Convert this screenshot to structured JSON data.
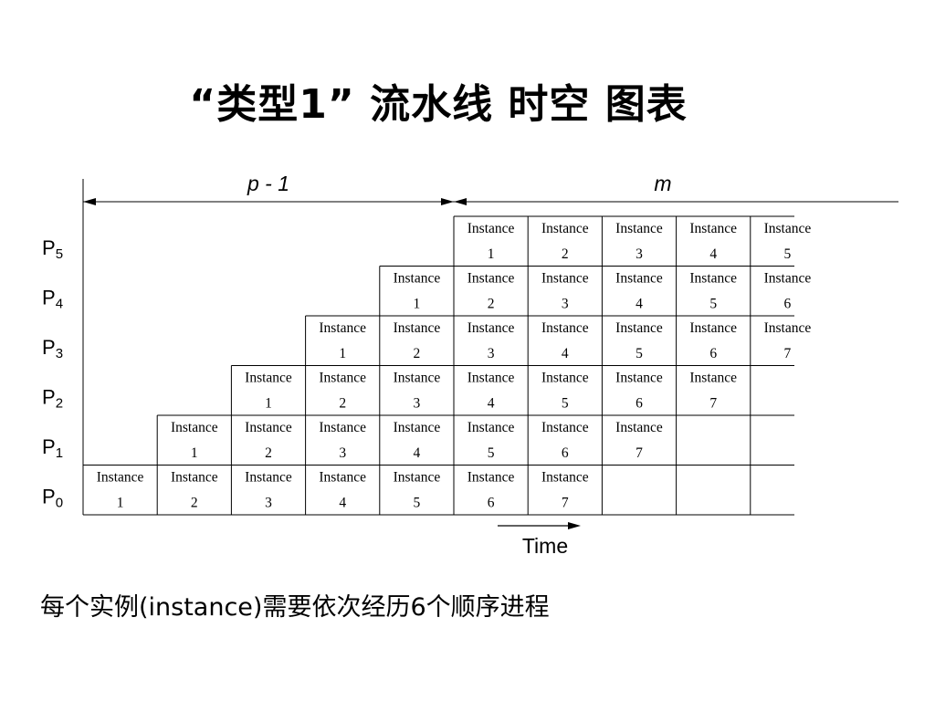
{
  "title": "“类型1” 流水线 时空 图表",
  "caption": "每个实例(instance)需要依次经历6个顺序进程",
  "diagram": {
    "stage_prefix": "P",
    "stages": [
      {
        "main": "P",
        "sub": "5",
        "start": 5
      },
      {
        "main": "P",
        "sub": "4",
        "start": 4
      },
      {
        "main": "P",
        "sub": "3",
        "start": 3
      },
      {
        "main": "P",
        "sub": "2",
        "start": 2
      },
      {
        "main": "P",
        "sub": "1",
        "start": 1
      },
      {
        "main": "P",
        "sub": "0",
        "start": 0
      }
    ],
    "cell_word": "Instance",
    "instance_count": 7,
    "column_count": 10,
    "span_left_label": "p - 1",
    "span_right_label": "m",
    "time_label": "Time"
  }
}
